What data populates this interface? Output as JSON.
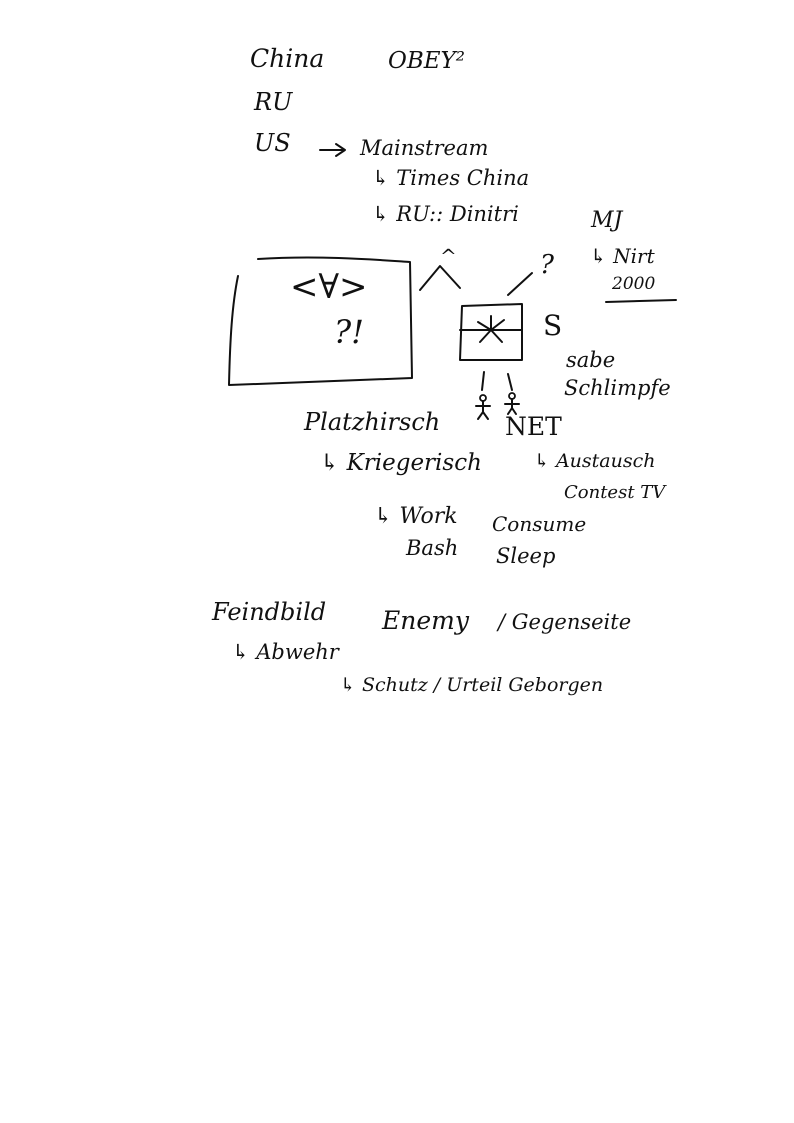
{
  "page": {
    "background": "#ffffff",
    "ink_color": "#111111"
  },
  "notes": {
    "china": "China",
    "obey": "OBEY²",
    "ru": "RU",
    "us": "US",
    "arrow_mainstream": "→",
    "mainstream": "Mainstream",
    "times_china": "↳ Times China",
    "ru_dinitri": "↳ RU:: Dinitri",
    "mj": "MJ",
    "nirt": "↳ Nirt",
    "year": "2000",
    "s_mark": "S",
    "sabe": "sabe",
    "schlimpfe": "Schlimpfe",
    "platzhirsch": "Platzhirsch",
    "net": "NET",
    "kriegerisch": "↳ Kriegerisch",
    "austausch": "↳ Austausch",
    "contest_tv": "Contest TV",
    "work": "↳ Work",
    "consume": "Consume",
    "bash": "Bash",
    "sleep": "Sleep",
    "feindbild": "Feindbild",
    "enemy": "Enemy",
    "gegenseite": "/ Gegenseite",
    "abwehr": "↳ Abwehr",
    "schutz": "↳ Schutz / Urteil Geborgen"
  },
  "sketch": {
    "box_symbol": "<∀>",
    "box_exclaim": "?!",
    "question_mark": "?",
    "caret": "^"
  }
}
